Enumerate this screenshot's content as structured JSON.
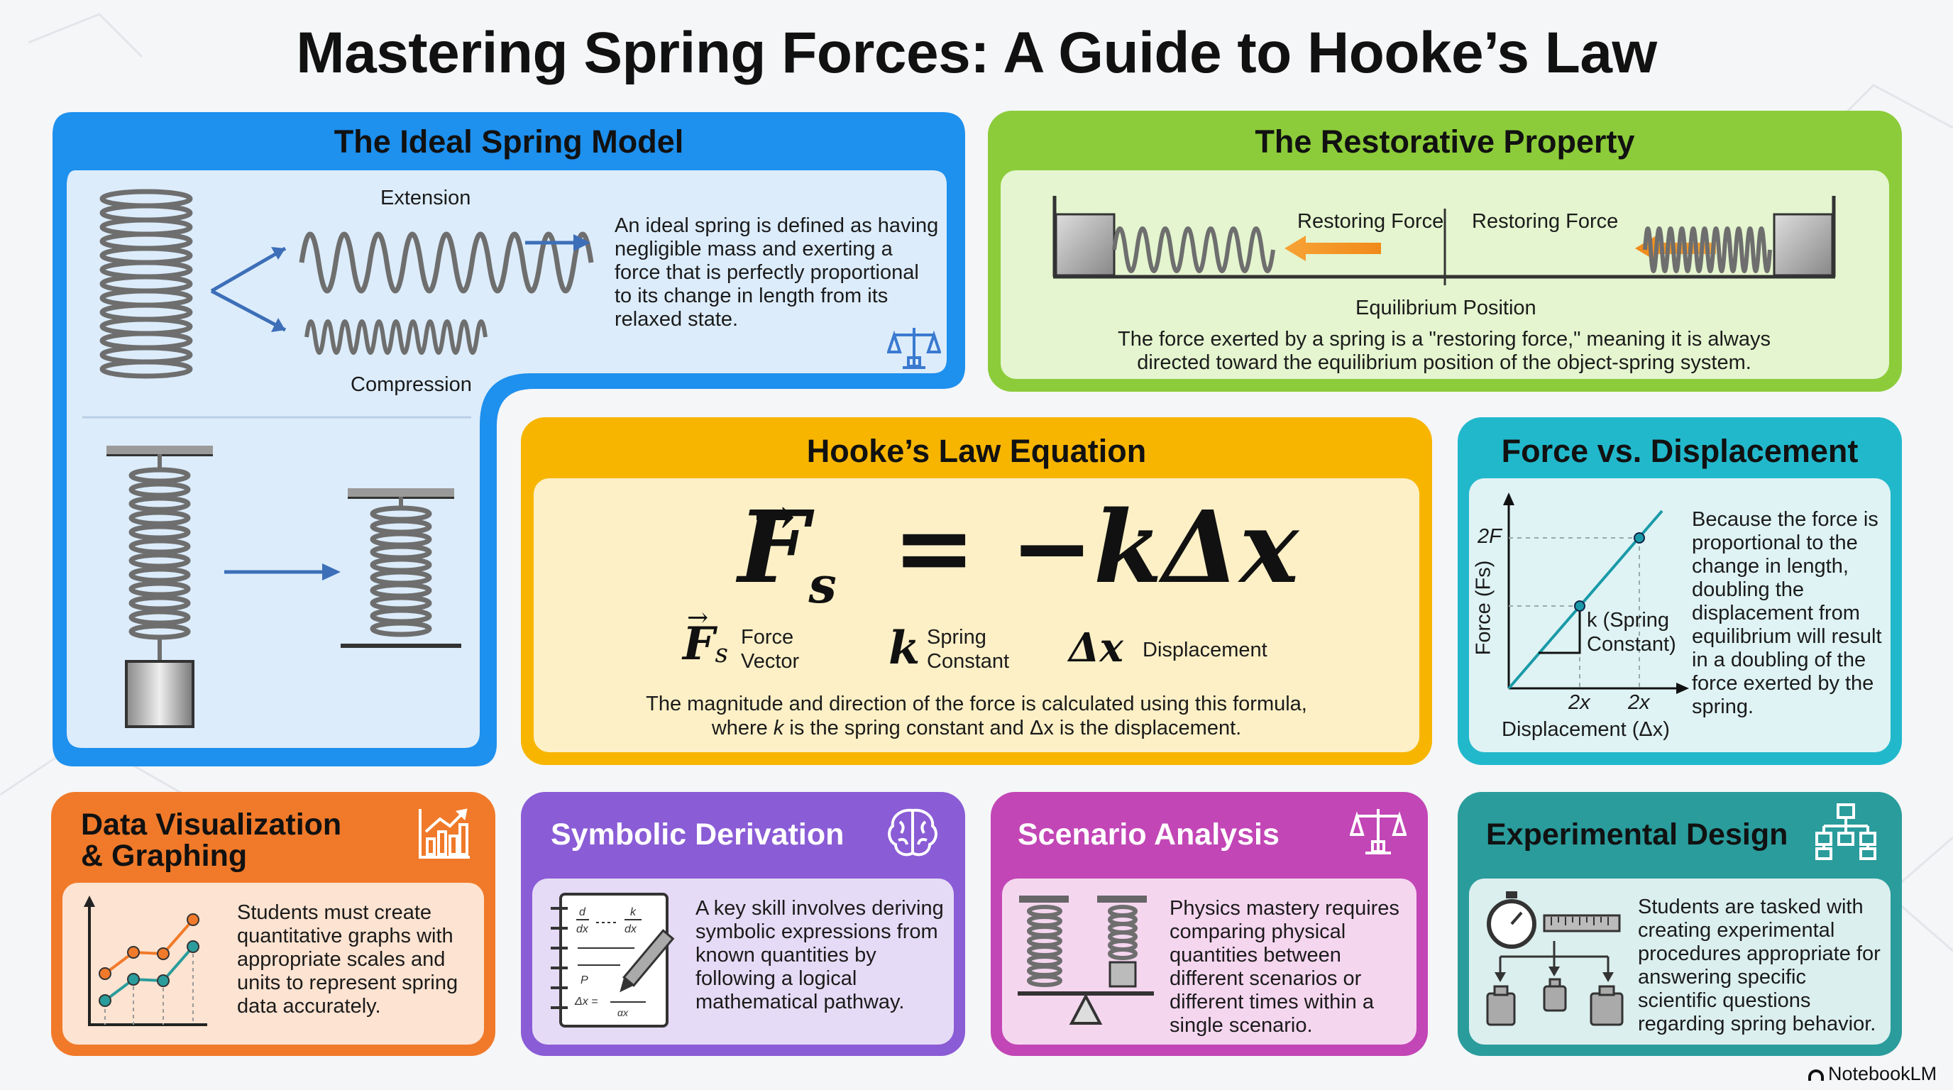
{
  "title": "Mastering Spring Forces: A Guide to Hooke’s Law",
  "ideal": {
    "title": "The Ideal Spring Model",
    "extension": "Extension",
    "compression": "Compression",
    "text": "An ideal spring is defined as having negligible mass and exerting a force that is perfectly proportional to its change in length from its relaxed state.",
    "icon": "scale-icon"
  },
  "restorative": {
    "title": "The Restorative Property",
    "left_force": "Restoring Force",
    "right_force": "Restoring Force",
    "equilibrium": "Equilibrium Position",
    "text": "The force exerted by a spring is a \"restoring force,\" meaning it is always directed toward the equilibrium position of the object-spring system."
  },
  "hooke": {
    "title": "Hooke’s Law Equation",
    "eq_lhs": "F",
    "eq_sub": "s",
    "eq_rhs": "= −kΔx",
    "legend": [
      {
        "symbol": "F",
        "sub": "s",
        "label1": "Force",
        "label2": "Vector"
      },
      {
        "symbol": "k",
        "label1": "Spring",
        "label2": "Constant"
      },
      {
        "symbol": "Δx",
        "label1": "Displacement"
      }
    ],
    "text_line1": "The magnitude and direction of the force is calculated using this formula,",
    "text_line2_a": "where ",
    "text_line2_k": "k",
    "text_line2_b": " is the spring constant and Δx is the displacement."
  },
  "graph": {
    "title": "Force vs. Displacement",
    "y_label": "Force (Fs)",
    "y_tick": "2F",
    "x_tick1": "2x",
    "x_tick2": "2x",
    "x_label": "Displacement (Δx)",
    "slope_label1": "k (Spring",
    "slope_label2": "Constant)",
    "text": "Because the force is proportional to the change in length, doubling the displacement from equilibrium will result in a doubling of the force exerted by the spring."
  },
  "dataviz": {
    "title1": "Data Visualization",
    "title2": "& Graphing",
    "icon": "bar-chart-icon",
    "text": "Students must create quantitative graphs with appropriate scales and units to represent spring data accurately."
  },
  "symbolic": {
    "title": "Symbolic Derivation",
    "icon": "brain-icon",
    "text": "A key skill involves deriving symbolic expressions from known quantities by following a logical mathematical pathway."
  },
  "scenario": {
    "title": "Scenario Analysis",
    "icon": "scale-icon",
    "text": "Physics mastery requires comparing physical quantities between different scenarios or different times within a single scenario."
  },
  "experimental": {
    "title": "Experimental Design",
    "icon": "flowchart-icon",
    "text": "Students are tasked with creating experimental procedures appropriate for answering specific scientific questions regarding spring behavior."
  },
  "footer": {
    "brand": "NotebookLM"
  },
  "colors": {
    "blue": "#1e90ee",
    "green": "#8ccc3a",
    "yellow": "#f7b500",
    "teal": "#22b8cc",
    "orange": "#f07a2a",
    "purple": "#8a5cd6",
    "magenta": "#c246b6",
    "darkteal": "#2a9c9c"
  }
}
